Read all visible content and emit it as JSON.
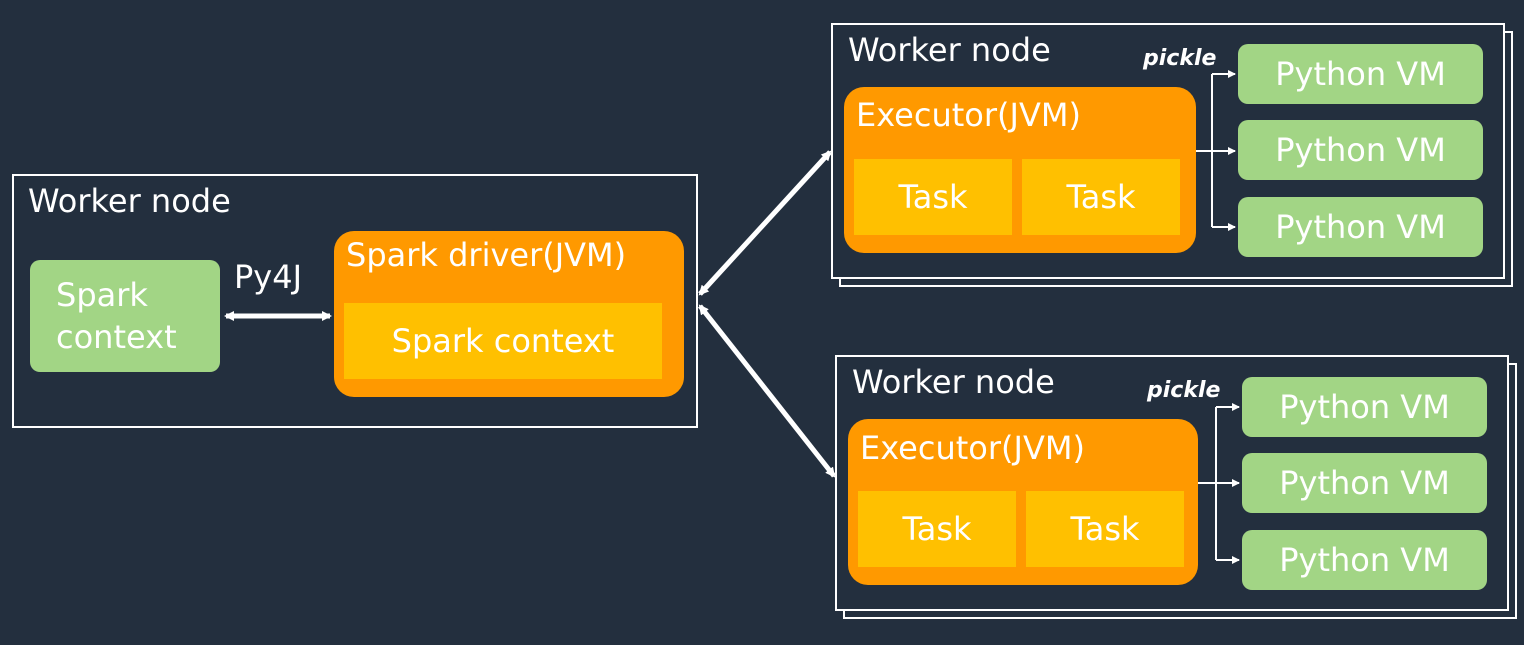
{
  "colors": {
    "background": "#232f3e",
    "node_border": "#ffffff",
    "green": "#a2d585",
    "orange": "#ff9900",
    "yellow": "#ffc000"
  },
  "driver_node": {
    "title": "Worker node",
    "spark_context": "Spark context",
    "py4j_label": "Py4J",
    "driver_title": "Spark driver(JVM)",
    "driver_context": "Spark context"
  },
  "workers": [
    {
      "title": "Worker node",
      "pickle_label": "pickle",
      "executor_title": "Executor(JVM)",
      "tasks": [
        "Task",
        "Task"
      ],
      "python_vms": [
        "Python VM",
        "Python VM",
        "Python VM"
      ]
    },
    {
      "title": "Worker node",
      "pickle_label": "pickle",
      "executor_title": "Executor(JVM)",
      "tasks": [
        "Task",
        "Task"
      ],
      "python_vms": [
        "Python VM",
        "Python VM",
        "Python VM"
      ]
    }
  ]
}
